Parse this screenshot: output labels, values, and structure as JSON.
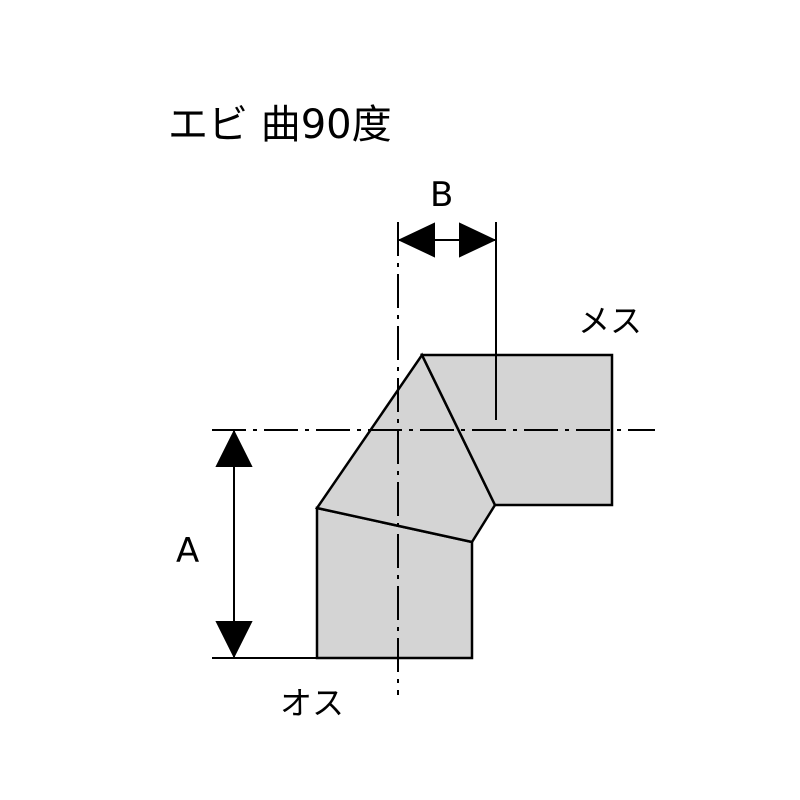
{
  "title": "エビ 曲90度",
  "dimension_a": "A",
  "dimension_b": "B",
  "label_female_end": "メス",
  "label_male_end": "オス",
  "colors": {
    "pipe_fill": "#d4d4d4",
    "line": "#000000",
    "background": "#ffffff"
  }
}
